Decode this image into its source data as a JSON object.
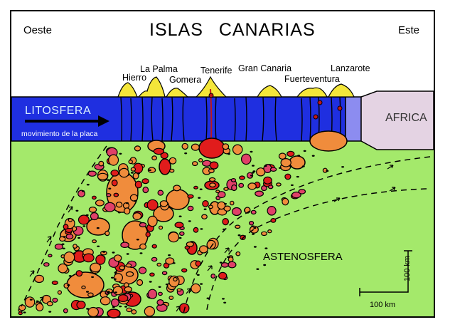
{
  "title": "ISLAS CANARIAS",
  "directions": {
    "west": "Oeste",
    "east": "Este"
  },
  "islands": [
    "Hierro",
    "La Palma",
    "Gomera",
    "Tenerife",
    "Gran Canaria",
    "Fuerteventura",
    "Lanzarote"
  ],
  "layers": {
    "lithosphere": "LITOSFERA",
    "plate_motion": "movimiento de la placa",
    "continent": "AFRICA",
    "asthenosphere": "ASTENOSFERA"
  },
  "scale": {
    "vertical": "100 km",
    "horizontal": "100 km"
  },
  "colors": {
    "lithosphere": "#1f2fe0",
    "lithosphere_light": "#8c8cf0",
    "continent": "#e4d3e3",
    "asthenosphere": "#a4e96b",
    "island": "#f4e63a",
    "magma_large": "#f08c3c",
    "magma_red": "#e01c1c",
    "magma_pink": "#e04068"
  }
}
